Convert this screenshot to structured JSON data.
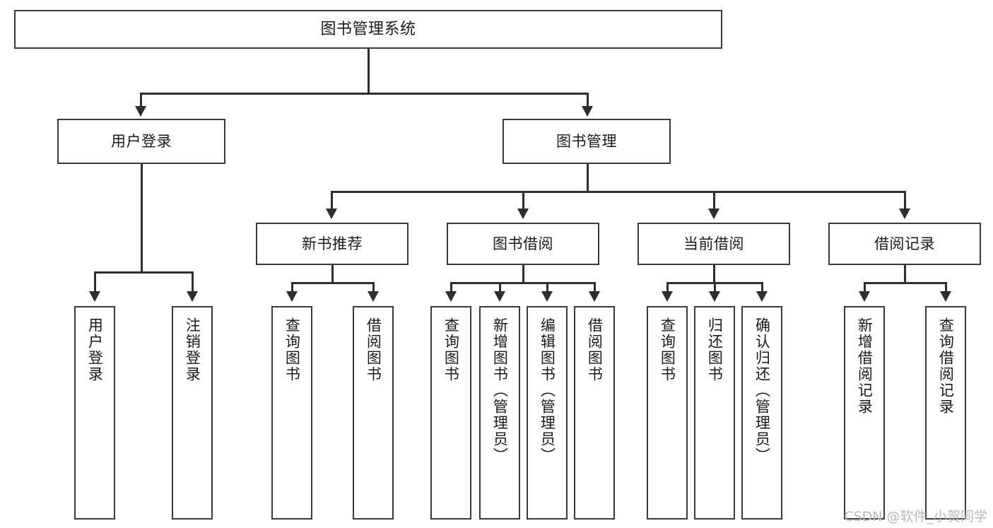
{
  "diagram": {
    "title": "图书管理系统",
    "type": "tree",
    "watermark": "CSDN @软件_小贺同学",
    "levels": 4,
    "nodes": {
      "root": {
        "label": "图书管理系统"
      },
      "level2": [
        {
          "label": "用户登录"
        },
        {
          "label": "图书管理"
        }
      ],
      "level3": [
        {
          "label": "新书推荐"
        },
        {
          "label": "图书借阅"
        },
        {
          "label": "当前借阅"
        },
        {
          "label": "借阅记录"
        }
      ],
      "leaves": {
        "user_login": [
          {
            "label": "用户登录"
          },
          {
            "label": "注销登录"
          }
        ],
        "new_book": [
          {
            "label": "查询图书"
          },
          {
            "label": "借阅图书"
          }
        ],
        "book_borrow": [
          {
            "label": "查询图书"
          },
          {
            "label": "新增图书（管理员）"
          },
          {
            "label": "编辑图书（管理员）"
          },
          {
            "label": "借阅图书"
          }
        ],
        "current_borrow": [
          {
            "label": "查询图书"
          },
          {
            "label": "归还图书"
          },
          {
            "label": "确认归还（管理员）"
          }
        ],
        "borrow_record": [
          {
            "label": "新增借阅记录"
          },
          {
            "label": "查询借阅记录"
          }
        ]
      }
    },
    "colors": {
      "box_border": "#3a3a3a",
      "line": "#2e2e2e",
      "text": "#1a1a1a",
      "background": "#ffffff",
      "watermark": "#b9b9b9"
    }
  }
}
